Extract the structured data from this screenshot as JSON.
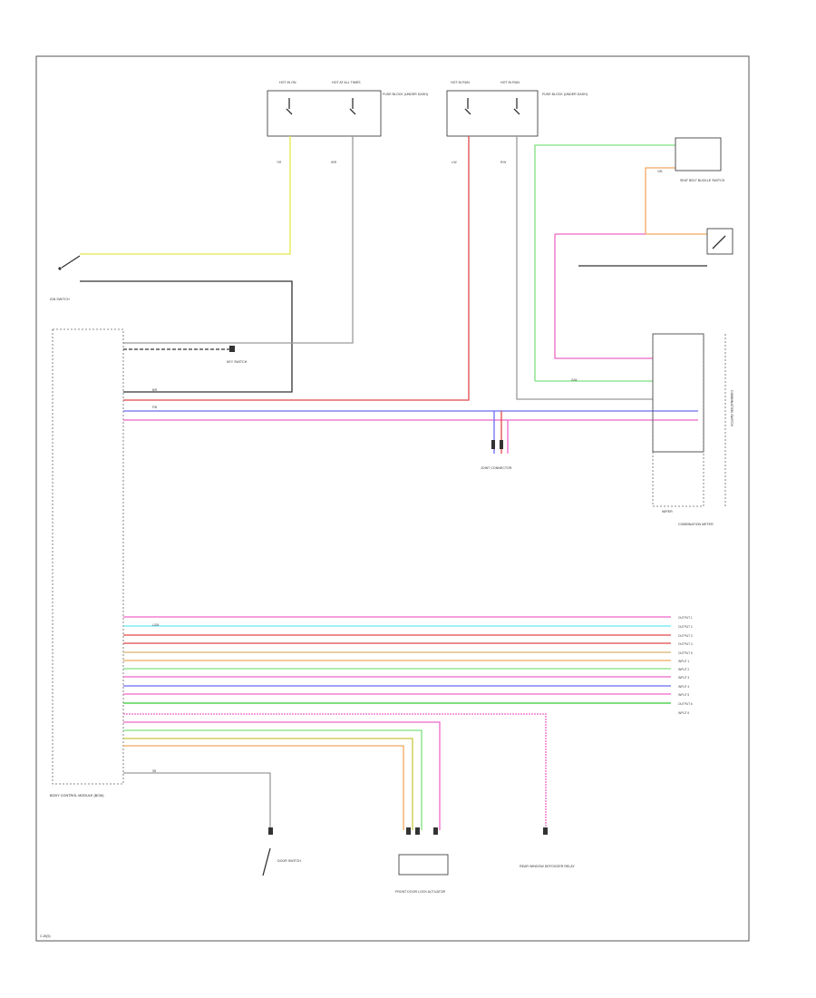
{
  "diagram": {
    "footer_code": "C-W(5)",
    "fuse_block_left": {
      "fuse1_label": "HOT IN ON",
      "fuse2_label": "HOT AT ALL TIMES",
      "desc": "FUSE BLOCK (UNDER DASH)"
    },
    "fuse_block_right": {
      "fuse1_label": "HOT IN RUN",
      "fuse2_label": "HOT IN RUN",
      "desc": "FUSE BLOCK (UNDER DASH)"
    },
    "ignition_switch": {
      "label": "IGN SWITCH"
    },
    "bcm": {
      "label": "BODY CONTROL MODULE (BCM)"
    },
    "combination_switch": {
      "label": "COMBINATION SWITCH",
      "sub": "WIPER"
    },
    "combination_meter": {
      "label": "COMBINATION METER"
    },
    "joint_connector": {
      "label": "JOINT CONNECTOR"
    },
    "door_switch": {
      "label": "DOOR SWITCH"
    },
    "front_door_lock_actuator": {
      "label": "FRONT DOOR LOCK ACTUATOR"
    },
    "rear_window_defogger": {
      "label": "REAR WINDOW DEFOGGER RELAY"
    },
    "key_switch": {
      "label": "KEY SWITCH"
    },
    "seat_belt": {
      "label": "SEAT BELT BUCKLE SWITCH"
    },
    "wire_colors": [
      "Y/R",
      "W/R",
      "L/W",
      "R/W",
      "P/B",
      "LG/B",
      "O/B",
      "G/W",
      "B/R",
      "SB"
    ],
    "bcm_output_rows": [
      "OUTPUT 1",
      "OUTPUT 2",
      "OUTPUT 3",
      "OUTPUT 4",
      "OUTPUT 5",
      "INPUT 1",
      "INPUT 2",
      "INPUT 3",
      "INPUT 4",
      "INPUT 5",
      "OUTPUT 6",
      "INPUT 6"
    ]
  }
}
